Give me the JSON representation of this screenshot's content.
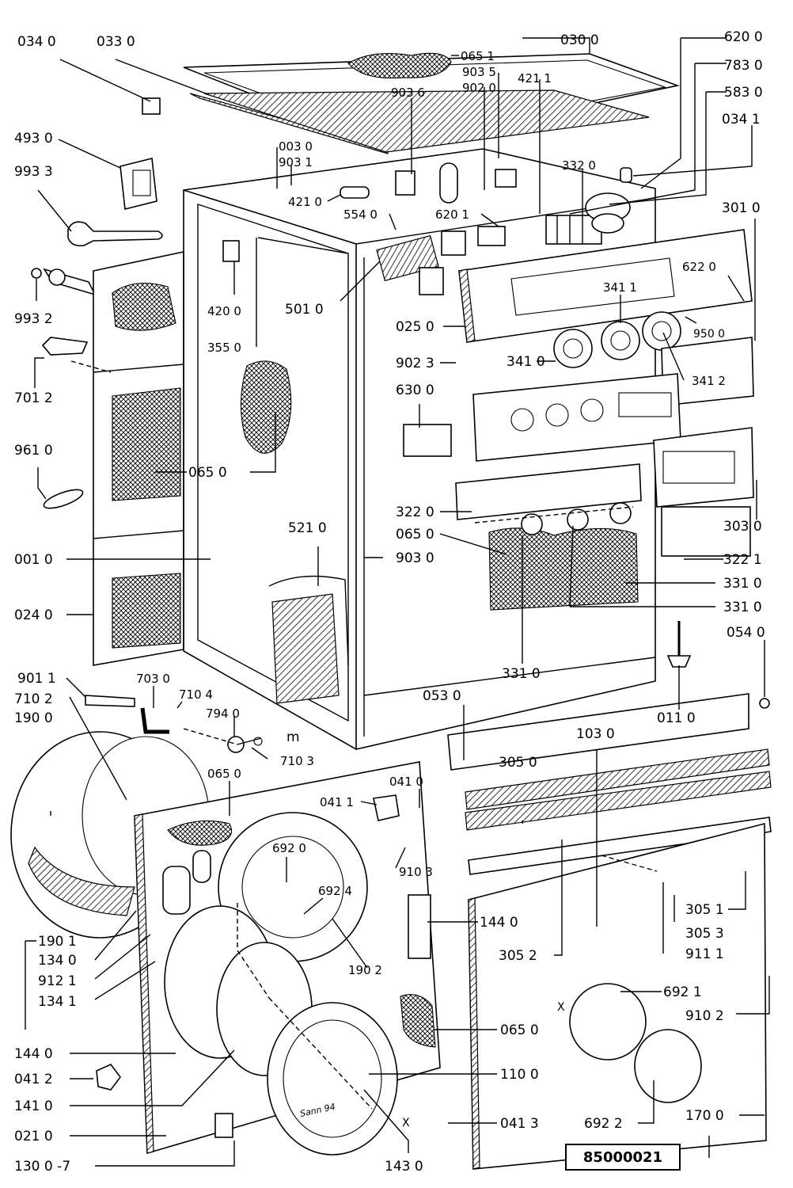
{
  "reference_number": "85000021",
  "labels": [
    {
      "id": "034-0-a",
      "text": "034  0"
    },
    {
      "id": "033-0",
      "text": "033  0"
    },
    {
      "id": "030-0",
      "text": "030  0"
    },
    {
      "id": "620-0",
      "text": "620  0"
    },
    {
      "id": "783-0",
      "text": "783  0"
    },
    {
      "id": "583-0",
      "text": "583  0"
    },
    {
      "id": "034-1",
      "text": "034  1"
    },
    {
      "id": "065-1",
      "text": "065 1"
    },
    {
      "id": "903-5",
      "text": "903 5"
    },
    {
      "id": "902-0",
      "text": "902 0"
    },
    {
      "id": "421-1",
      "text": "421 1"
    },
    {
      "id": "903-6",
      "text": "903  6"
    },
    {
      "id": "493-0",
      "text": "493  0"
    },
    {
      "id": "993-3",
      "text": "993  3"
    },
    {
      "id": "003-0",
      "text": "003  0"
    },
    {
      "id": "903-1",
      "text": "903  1"
    },
    {
      "id": "332-0",
      "text": "332 0"
    },
    {
      "id": "421-0",
      "text": "421  0"
    },
    {
      "id": "554-0",
      "text": "554 0"
    },
    {
      "id": "620-1",
      "text": "620  1"
    },
    {
      "id": "301-0",
      "text": "301  0"
    },
    {
      "id": "993-2",
      "text": "993  2"
    },
    {
      "id": "420-0",
      "text": "420  0"
    },
    {
      "id": "501-0",
      "text": "501  0"
    },
    {
      "id": "622-0",
      "text": "622  0"
    },
    {
      "id": "341-1",
      "text": "341 1"
    },
    {
      "id": "025-0",
      "text": "025  0"
    },
    {
      "id": "950-0",
      "text": "950 0"
    },
    {
      "id": "355-0",
      "text": "355  0"
    },
    {
      "id": "701-2",
      "text": "701  2"
    },
    {
      "id": "902-3",
      "text": "902  3"
    },
    {
      "id": "341-0",
      "text": "341  0"
    },
    {
      "id": "341-2",
      "text": "341 2"
    },
    {
      "id": "630-0",
      "text": "630  0"
    },
    {
      "id": "961-0",
      "text": "961  0"
    },
    {
      "id": "065-0-a",
      "text": "065  0"
    },
    {
      "id": "322-0",
      "text": "322  0"
    },
    {
      "id": "303-0",
      "text": "303  0"
    },
    {
      "id": "521-0",
      "text": "521  0"
    },
    {
      "id": "065-0-b",
      "text": "065  0"
    },
    {
      "id": "001-0",
      "text": "001  0"
    },
    {
      "id": "903-0",
      "text": "903  0"
    },
    {
      "id": "322-1",
      "text": "322  1"
    },
    {
      "id": "331-0-a",
      "text": "331  0"
    },
    {
      "id": "024-0",
      "text": "024  0"
    },
    {
      "id": "331-0-b",
      "text": "331  0"
    },
    {
      "id": "054-0",
      "text": "054  0"
    },
    {
      "id": "331-0-c",
      "text": "331  0"
    },
    {
      "id": "901-1",
      "text": "901  1"
    },
    {
      "id": "703-0",
      "text": "703  0"
    },
    {
      "id": "710-2",
      "text": "710  2"
    },
    {
      "id": "710-4",
      "text": "710  4"
    },
    {
      "id": "053-0",
      "text": "053  0"
    },
    {
      "id": "190-0",
      "text": "190  0"
    },
    {
      "id": "794-0",
      "text": "794  0"
    },
    {
      "id": "m",
      "text": "m"
    },
    {
      "id": "011-0",
      "text": "011  0"
    },
    {
      "id": "710-3",
      "text": "710  3"
    },
    {
      "id": "103-0",
      "text": "103  0"
    },
    {
      "id": "065-0-c",
      "text": "065 0"
    },
    {
      "id": "041-0",
      "text": "041  0"
    },
    {
      "id": "305-0",
      "text": "305  0"
    },
    {
      "id": "041-1",
      "text": "041  1"
    },
    {
      "id": "692-0",
      "text": "692  0"
    },
    {
      "id": "910-3",
      "text": "910  3"
    },
    {
      "id": "692-4",
      "text": "692  4"
    },
    {
      "id": "305-1",
      "text": "305  1"
    },
    {
      "id": "144-0-a",
      "text": "144  0"
    },
    {
      "id": "305-3",
      "text": "305  3"
    },
    {
      "id": "190-1",
      "text": "190  1"
    },
    {
      "id": "305-2",
      "text": "305  2"
    },
    {
      "id": "911-1",
      "text": "911  1"
    },
    {
      "id": "134-0",
      "text": "134  0"
    },
    {
      "id": "190-2",
      "text": "190  2"
    },
    {
      "id": "912-1",
      "text": "912  1"
    },
    {
      "id": "692-1",
      "text": "692  1"
    },
    {
      "id": "134-1",
      "text": "134  1"
    },
    {
      "id": "x-a",
      "text": "X"
    },
    {
      "id": "910-2",
      "text": "910  2"
    },
    {
      "id": "065-0-d",
      "text": "065  0"
    },
    {
      "id": "144-0-b",
      "text": "144  0"
    },
    {
      "id": "110-0",
      "text": "110  0"
    },
    {
      "id": "041-2",
      "text": "041  2"
    },
    {
      "id": "141-0",
      "text": "141  0"
    },
    {
      "id": "x-b",
      "text": "X"
    },
    {
      "id": "041-3",
      "text": "041  3"
    },
    {
      "id": "692-2",
      "text": "692  2"
    },
    {
      "id": "170-0",
      "text": "170  0"
    },
    {
      "id": "021-0",
      "text": "021  0"
    },
    {
      "id": "130-0-7",
      "text": "130  0 -7"
    },
    {
      "id": "143-0",
      "text": "143  0"
    },
    {
      "id": "sign",
      "text": "Sann 94"
    }
  ]
}
